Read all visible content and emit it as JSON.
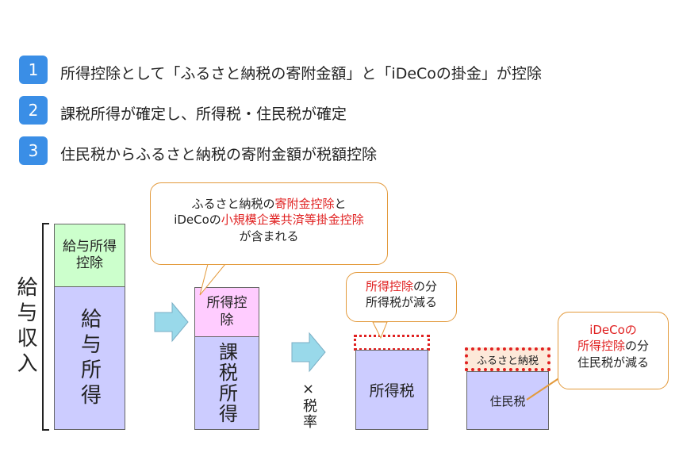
{
  "steps": [
    {
      "num": "1",
      "text": "所得控除として「ふるさと納税の寄附金額」と「iDeCoの掛金」が控除"
    },
    {
      "num": "2",
      "text": "課税所得が確定し、所得税・住民税が確定"
    },
    {
      "num": "3",
      "text": "住民税からふるさと納税の寄附金額が税額控除"
    }
  ],
  "diagram": {
    "salary_income_label": "給与収入",
    "salary_deduction": "給与所得控除",
    "salary_income": "給与所得",
    "income_deduction": "所得控除",
    "taxable_income": "課税所得",
    "times": "×",
    "tax_rate": "税率",
    "income_tax": "所得税",
    "resident_tax": "住民税",
    "furusato_label": "ふるさと納税"
  },
  "callouts": {
    "c1_line1_a": "ふるさと納税の",
    "c1_line1_red": "寄附金控除",
    "c1_line1_b": "と",
    "c1_line2_a": "iDeCoの",
    "c1_line2_red": "小規模企業共済等掛金控除",
    "c1_line3": "が含まれる",
    "c2_line1_red": "所得控除",
    "c2_line1_b": "の分",
    "c2_line2": "所得税が減る",
    "c3_line1_red": "iDeCoの",
    "c3_line2_red": "所得控除",
    "c3_line2_b": "の分",
    "c3_line3": "住民税が減る"
  },
  "colors": {
    "step_badge": "#3a8ee6",
    "green_box": "#ccffcc",
    "lavender_box": "#ccccff",
    "pink_box": "#ffccff",
    "arrow": "#99d9ea",
    "callout_border": "#e39a3c",
    "highlight_red": "#e02020",
    "furusato_fill": "#fde9d9"
  }
}
